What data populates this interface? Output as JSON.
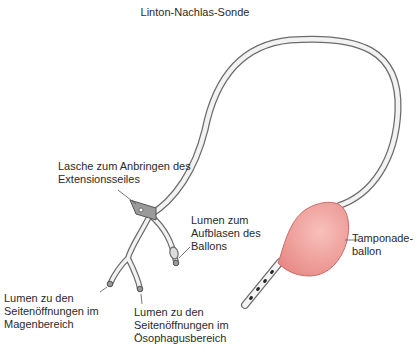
{
  "diagram": {
    "title": "Linton-Nachlas-Sonde",
    "labels": [
      "Lasche zum Anbringen des Extensionsseiles",
      "Lumen zum Aufblasen des Ballons",
      "Tamponade- ballon",
      "Lumen zu den Seitenöffnungen im Magenbereich",
      "Lumen zu den Seitenöffnungen im Ösophagusbereich"
    ]
  }
}
